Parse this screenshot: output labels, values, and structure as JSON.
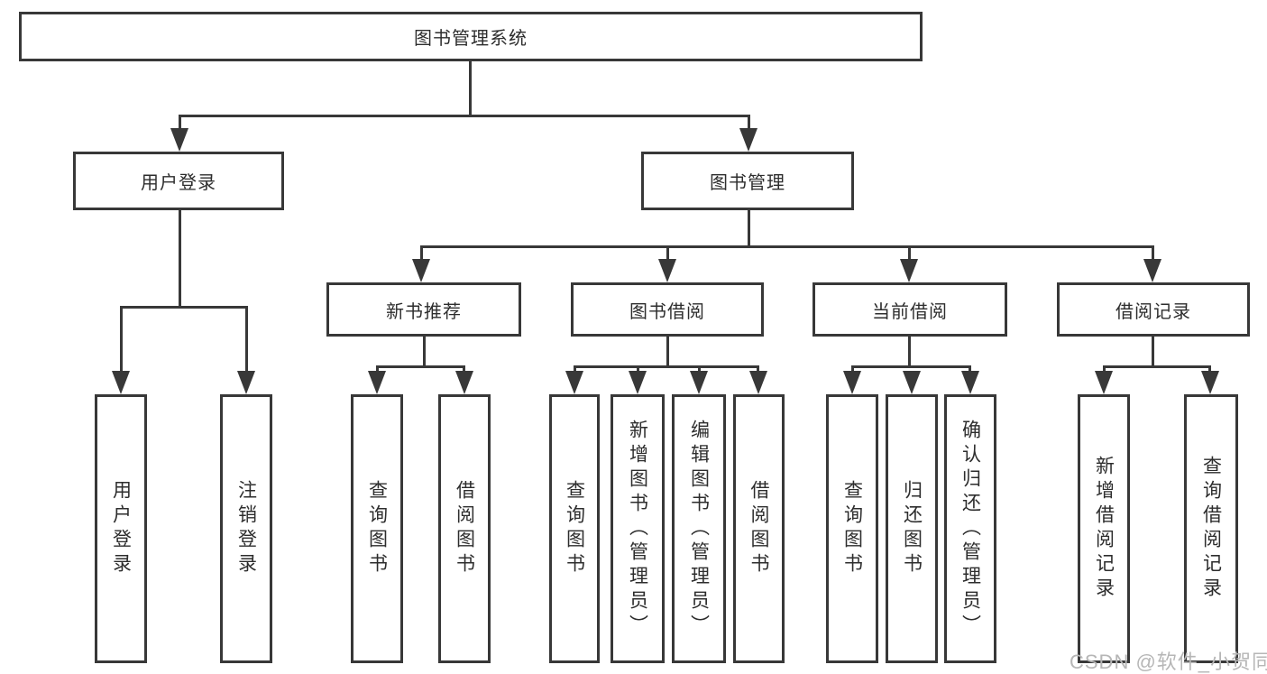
{
  "colors": {
    "line": "#383838",
    "text": "#2d2d2d",
    "background": "#ffffff",
    "watermark_text": "#b6b6b6"
  },
  "tree": {
    "root": "图书管理系统",
    "level2": [
      {
        "label": "用户登录",
        "children": [
          {
            "label": "用户登录"
          },
          {
            "label": "注销登录"
          }
        ]
      },
      {
        "label": "图书管理",
        "children": [
          {
            "label": "新书推荐",
            "children": [
              {
                "label": "查询图书"
              },
              {
                "label": "借阅图书"
              }
            ]
          },
          {
            "label": "图书借阅",
            "children": [
              {
                "label": "查询图书"
              },
              {
                "label": "新增图书（管理员）"
              },
              {
                "label": "编辑图书（管理员）"
              },
              {
                "label": "借阅图书"
              }
            ]
          },
          {
            "label": "当前借阅",
            "children": [
              {
                "label": "查询图书"
              },
              {
                "label": "归还图书"
              },
              {
                "label": "确认归还（管理员）"
              }
            ]
          },
          {
            "label": "借阅记录",
            "children": [
              {
                "label": "新增借阅记录"
              },
              {
                "label": "查询借阅记录"
              }
            ]
          }
        ]
      }
    ]
  },
  "watermark": {
    "text": "CSDN @软件_小贺同学"
  }
}
